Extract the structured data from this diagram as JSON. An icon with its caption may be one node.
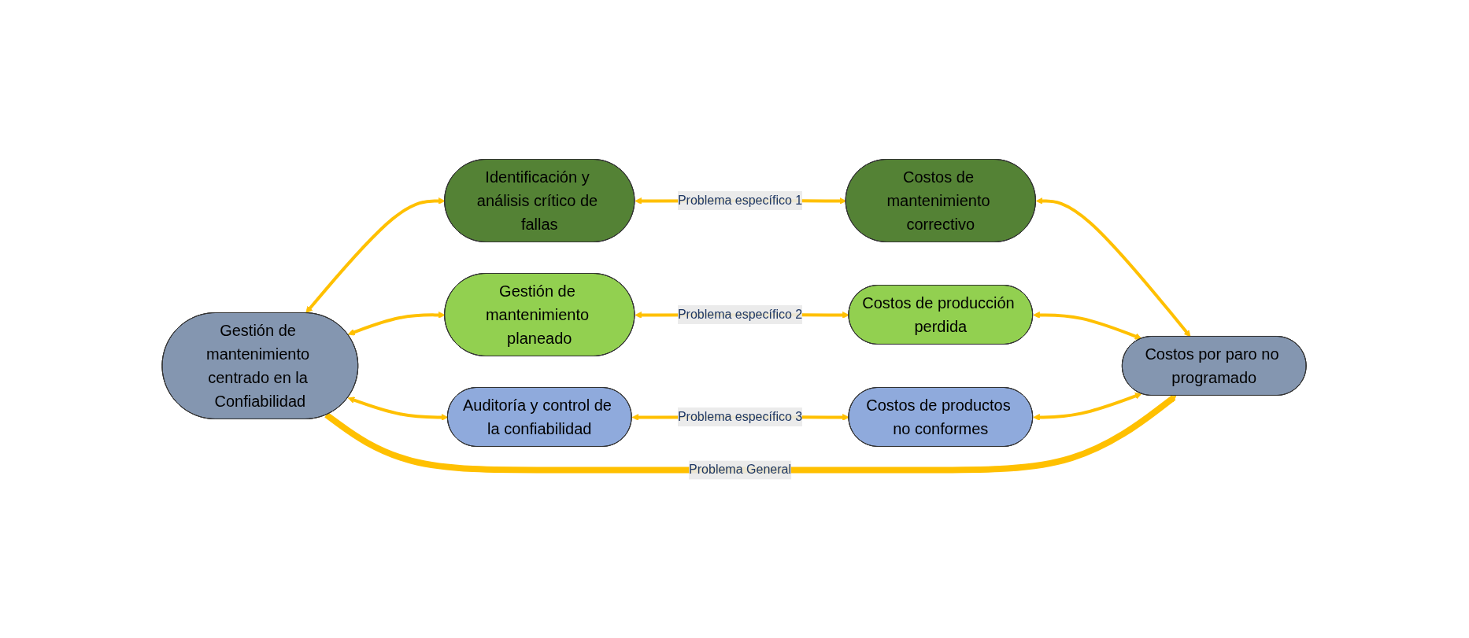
{
  "diagram": {
    "nodes": [
      {
        "text": [
          "Gestión de mantenimiento centrado en la Confiabilidad"
        ]
      },
      {
        "text": [
          "Identificación y análisis crítico de fallas"
        ]
      },
      {
        "text": [
          "Costos de mantenimiento correctivo"
        ]
      },
      {
        "text": [
          "Gestión de mantenimiento planeado"
        ]
      },
      {
        "text": [
          "Costos de producción perdida"
        ]
      },
      {
        "text": [
          "Auditoría y control de la confiabilidad"
        ]
      },
      {
        "text": [
          "Costos de productos no conformes"
        ]
      },
      {
        "text": [
          "Costos por paro no programado"
        ]
      }
    ],
    "edges": [
      {
        "from": 0,
        "to": 1,
        "arrow": "both"
      },
      {
        "from": 1,
        "to": 2,
        "arrow": "both",
        "label": "Problema específico 1"
      },
      {
        "from": 2,
        "to": 7,
        "arrow": "both"
      },
      {
        "from": 0,
        "to": 3,
        "arrow": "both"
      },
      {
        "from": 3,
        "to": 4,
        "arrow": "both",
        "label": "Problema específico 2"
      },
      {
        "from": 4,
        "to": 7,
        "arrow": "both"
      },
      {
        "from": 0,
        "to": 5,
        "arrow": "both"
      },
      {
        "from": 5,
        "to": 6,
        "arrow": "both",
        "label": "Problema específico 3"
      },
      {
        "from": 6,
        "to": 7,
        "arrow": "both"
      },
      {
        "from": 0,
        "to": 7,
        "arrow": "to",
        "label": "Problema General",
        "style": "thick"
      }
    ]
  }
}
